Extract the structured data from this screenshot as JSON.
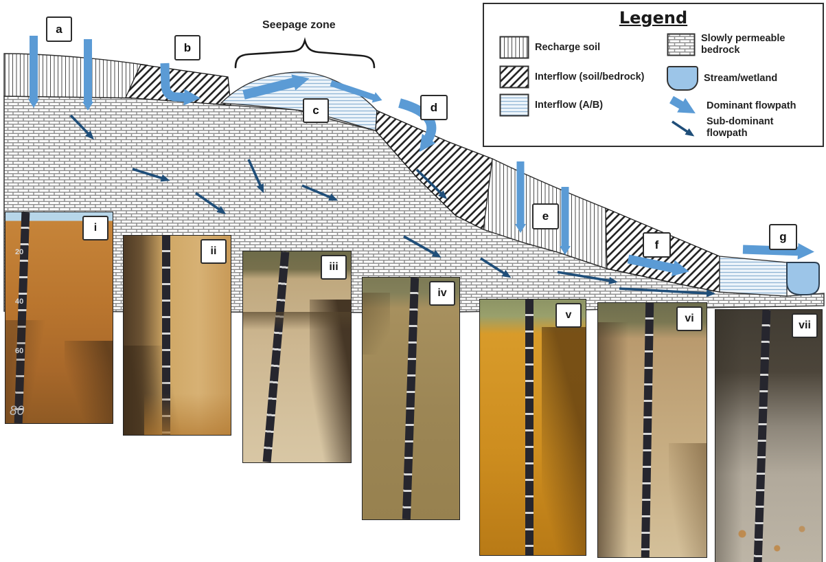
{
  "legend": {
    "title": "Legend",
    "items": [
      {
        "label": "Recharge soil",
        "swatch": "recharge-soil"
      },
      {
        "label": "Interflow (soil/bedrock)",
        "swatch": "interflow-soil-bedrock"
      },
      {
        "label": "Interflow (A/B)",
        "swatch": "interflow-ab"
      },
      {
        "label": "Slowly permeable bedrock",
        "swatch": "slowly-permeable-bedrock"
      },
      {
        "label": "Stream/wetland",
        "swatch": "stream-wetland"
      },
      {
        "label": "Dominant flowpath",
        "swatch": "dominant-flowpath-arrow"
      },
      {
        "label": "Sub-dominant flowpath",
        "swatch": "sub-dominant-flowpath-arrow"
      }
    ]
  },
  "diagram": {
    "seepage_zone_label": "Seepage zone",
    "flowpath_markers": {
      "a": "a",
      "b": "b",
      "c": "c",
      "d": "d",
      "e": "e",
      "f": "f",
      "g": "g"
    },
    "profile_markers": {
      "i": "i",
      "ii": "ii",
      "iii": "iii",
      "iv": "iv",
      "v": "v",
      "vi": "vi",
      "vii": "vii"
    },
    "photo_i_scale_marks": [
      "20",
      "40",
      "60",
      "80"
    ]
  },
  "colors": {
    "dominant_flowpath": "#5b9bd5",
    "sub_dominant_flowpath": "#1f4e79",
    "stream_wetland": "#9cc5e8",
    "interflow_ab_background": "#eef5fb",
    "bedrock_mortar": "#8f8f8f"
  }
}
